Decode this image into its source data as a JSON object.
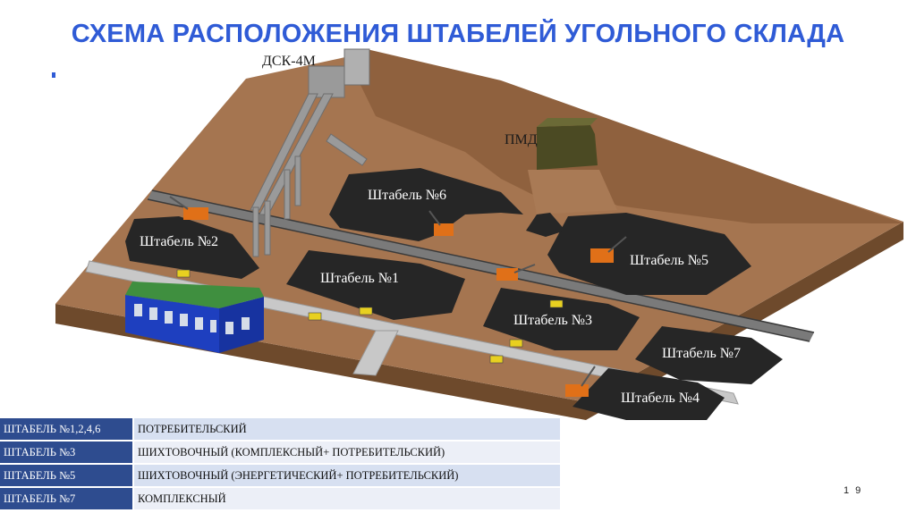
{
  "title": "СХЕМА РАСПОЛОЖЕНИЯ ШТАБЕЛЕЙ УГОЛЬНОГО СКЛАДА",
  "labels": {
    "dsk": "ДСК-4М",
    "pmd": "ПМД",
    "s1": "Штабель №1",
    "s2": "Штабель №2",
    "s3": "Штабель №3",
    "s4": "Штабель №4",
    "s5": "Штабель №5",
    "s6": "Штабель №6",
    "s7": "Штабель №7"
  },
  "legend": [
    {
      "key": "ШТАБЕЛЬ №1,2,4,6",
      "value": "ПОТРЕБИТЕЛЬСКИЙ"
    },
    {
      "key": "ШТАБЕЛЬ №3",
      "value": "ШИХТОВОЧНЫЙ (КОМПЛЕКСНЫЙ+ ПОТРЕБИТЕЛЬСКИЙ)"
    },
    {
      "key": "ШТАБЕЛЬ №5",
      "value": "ШИХТОВОЧНЫЙ (ЭНЕРГЕТИЧЕСКИЙ+ ПОТРЕБИТЕЛЬСКИЙ)"
    },
    {
      "key": "ШТАБЕЛЬ №7",
      "value": "КОМПЛЕКСНЫЙ"
    }
  ],
  "page_number": "1 9",
  "colors": {
    "title": "#2f5bd6",
    "ground": "#9a6b45",
    "coal": "#262626",
    "legend_key_bg": "#2e4c8f",
    "legend_value_bg": "#d7e0f1"
  }
}
